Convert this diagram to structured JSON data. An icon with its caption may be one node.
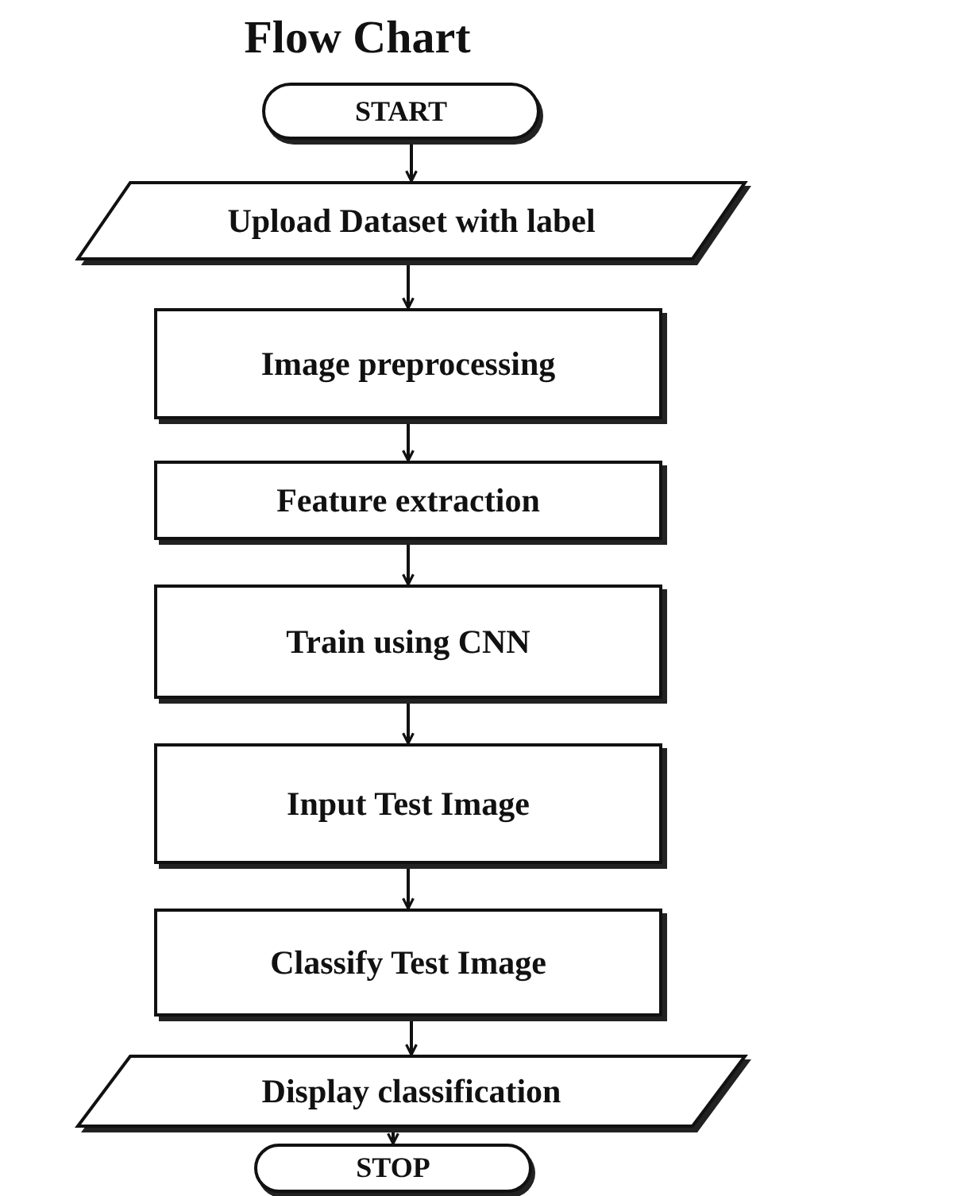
{
  "diagram": {
    "title": "Flow Chart",
    "nodes": [
      {
        "text": [
          "START"
        ]
      },
      {
        "text": [
          "Upload Dataset with label"
        ]
      },
      {
        "text": [
          "Image preprocessing"
        ]
      },
      {
        "text": [
          "Feature extraction"
        ]
      },
      {
        "text": [
          "Train using CNN"
        ]
      },
      {
        "text": [
          "Input Test Image"
        ]
      },
      {
        "text": [
          "Classify Test Image"
        ]
      },
      {
        "text": [
          "Display classification"
        ]
      },
      {
        "text": [
          "STOP"
        ]
      }
    ],
    "edges": [
      {
        "from": 0,
        "to": 1,
        "arrow": "to"
      },
      {
        "from": 1,
        "to": 2,
        "arrow": "to"
      },
      {
        "from": 2,
        "to": 3,
        "arrow": "to"
      },
      {
        "from": 3,
        "to": 4,
        "arrow": "to"
      },
      {
        "from": 4,
        "to": 5,
        "arrow": "to"
      },
      {
        "from": 5,
        "to": 6,
        "arrow": "to"
      },
      {
        "from": 6,
        "to": 7,
        "arrow": "to"
      },
      {
        "from": 7,
        "to": 8,
        "arrow": "to"
      }
    ]
  }
}
